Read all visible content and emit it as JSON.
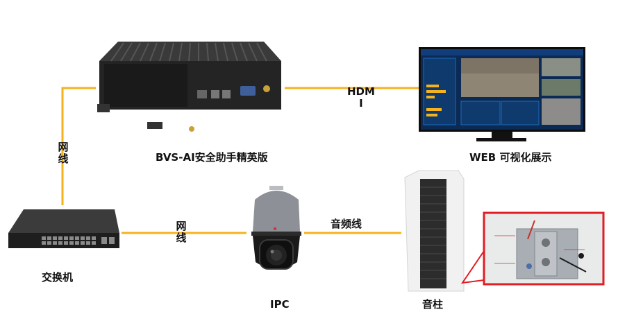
{
  "devices": {
    "server": {
      "label": "BVS-AI安全助手精英版"
    },
    "monitor": {
      "label": "WEB 可视化展示"
    },
    "switch": {
      "label": "交换机"
    },
    "camera": {
      "label": "IPC"
    },
    "speaker": {
      "label": "音柱"
    }
  },
  "links": {
    "hdmi": {
      "label": "HDM\nI"
    },
    "net_switch_server": {
      "label": "网\n线"
    },
    "net_switch_camera": {
      "label": "网\n线"
    },
    "audio": {
      "label": "音频线"
    }
  },
  "colors": {
    "link": "#f5b21f",
    "callout": "#e01e24",
    "device_dark": "#2a2a2a",
    "screen_bg": "#0b2a55"
  }
}
